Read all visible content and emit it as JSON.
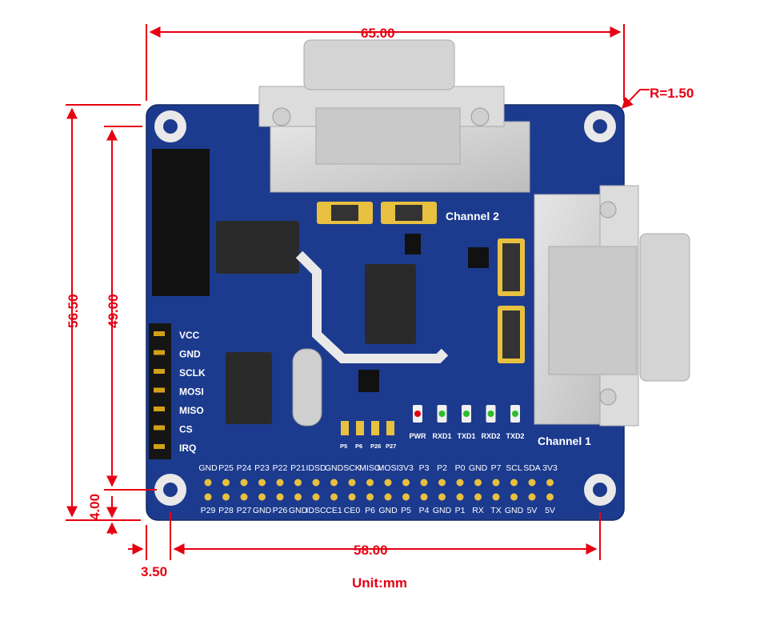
{
  "dimensions": {
    "width": "65.00",
    "corner_radius": "R=1.50",
    "height_outer": "56.50",
    "height_inner": "49.00",
    "offset_bottom": "4.00",
    "hole_spacing": "58.00",
    "offset_left": "3.50",
    "unit": "Unit:mm"
  },
  "board": {
    "channel_2": "Channel  2",
    "channel_1": "Channel  1",
    "spi_pins": [
      "VCC",
      "GND",
      "SCLK",
      "MOSI",
      "MISO",
      "CS",
      "IRQ"
    ],
    "jumper_labels": [
      "P5",
      "P6",
      "P26",
      "P27"
    ],
    "led_labels": [
      "PWR",
      "RXD1",
      "TXD1",
      "RXD2",
      "TXD2"
    ],
    "led_colors": [
      "#e60012",
      "#2dbd2d",
      "#2dbd2d",
      "#2dbd2d",
      "#2dbd2d"
    ],
    "gpio_top": [
      "GND",
      "P25",
      "P24",
      "P23",
      "P22",
      "P21",
      "IDSD",
      "GND",
      "SCK",
      "MISO",
      "MOSI",
      "3V3",
      "P3",
      "P2",
      "P0",
      "GND",
      "P7",
      "SCL",
      "SDA",
      "3V3"
    ],
    "gpio_bottom": [
      "P29",
      "P28",
      "P27",
      "GND",
      "P26",
      "GND",
      "IDSC",
      "CE1",
      "CE0",
      "P6",
      "GND",
      "P5",
      "P4",
      "GND",
      "P1",
      "RX",
      "TX",
      "GND",
      "5V",
      "5V"
    ]
  },
  "colors": {
    "board": "#1c3b8e",
    "dimension": "#e60012",
    "connector": "#d9d9d9",
    "header": "#111111"
  }
}
